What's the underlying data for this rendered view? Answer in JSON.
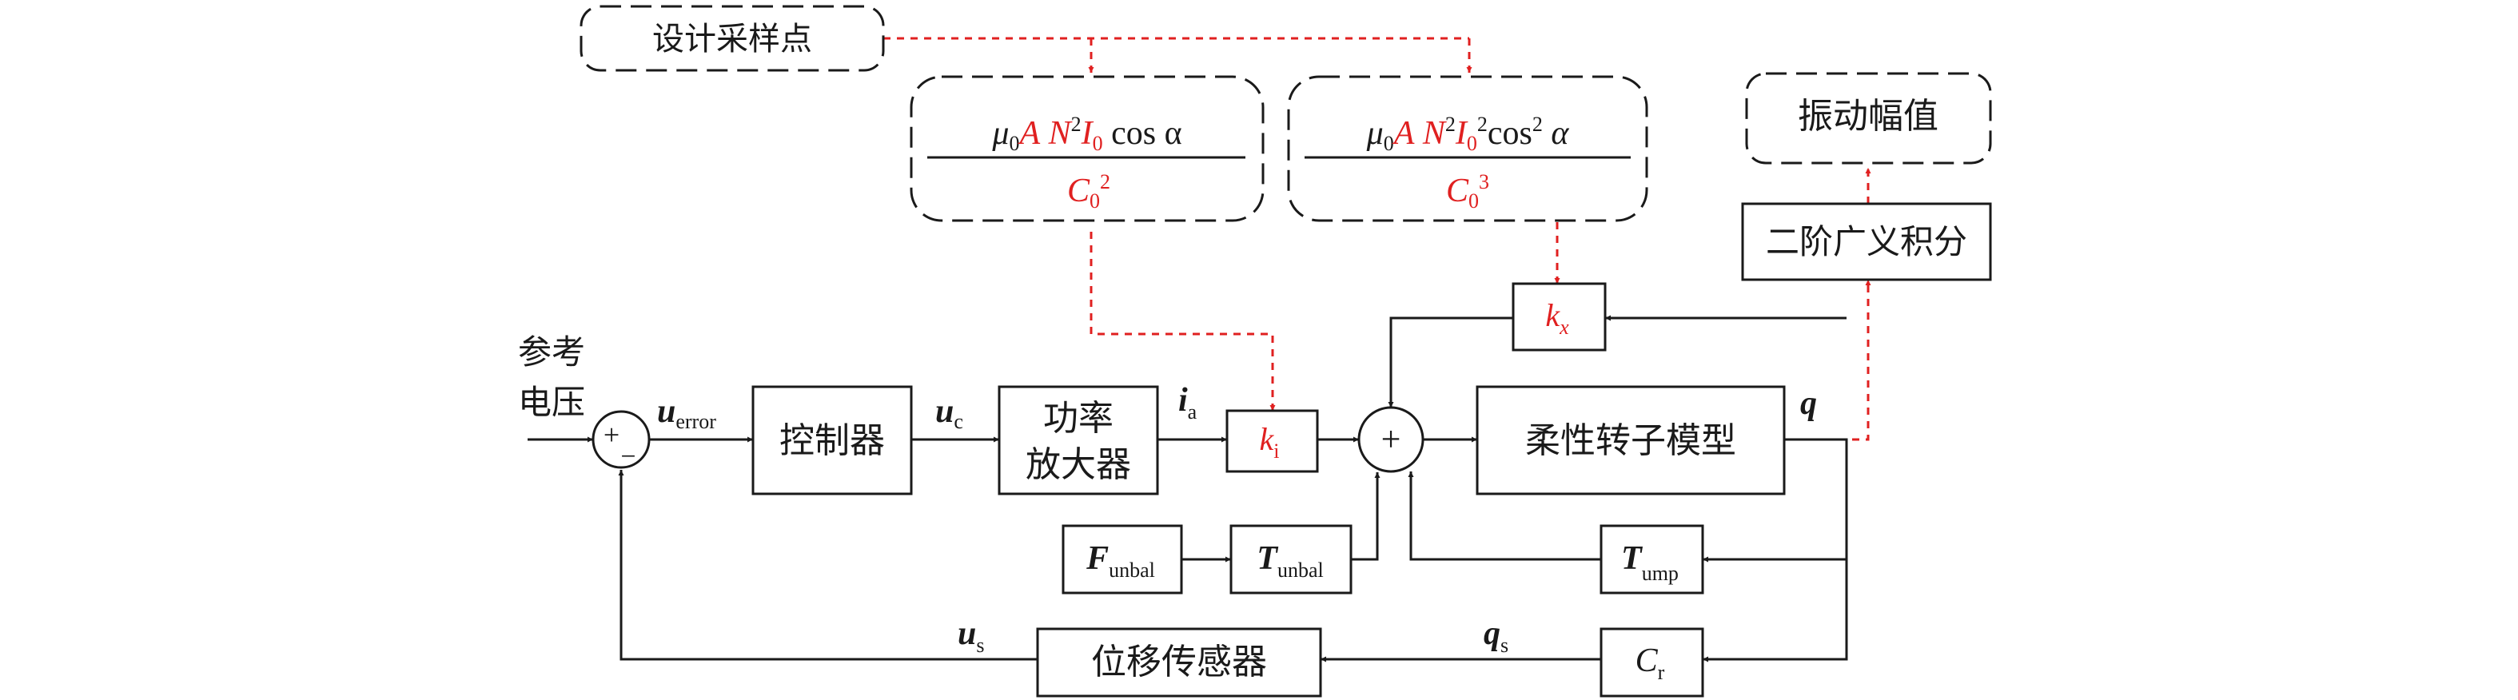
{
  "colors": {
    "stroke": "#1a1a1a",
    "accent_red": "#e02020"
  },
  "nodes": {
    "design_sampling": "设计采样点",
    "vibration_amplitude": "振动幅值",
    "second_order_integral": "二阶广义积分",
    "reference_voltage_line1": "参考",
    "reference_voltage_line2": "电压",
    "controller": "控制器",
    "power_amp_line1": "功率",
    "power_amp_line2": "放大器",
    "rotor_model": "柔性转子模型",
    "displacement_sensor": "位移传感器"
  },
  "formula_ki": {
    "mu": "μ",
    "mu_sub": "0",
    "A": "A",
    "N": "N",
    "N_sup": "2",
    "I": "I",
    "I_sub": "0",
    "tail": "cos α",
    "C": "C",
    "C_sub": "0",
    "C_sup": "2"
  },
  "formula_kx": {
    "mu": "μ",
    "mu_sub": "0",
    "A": "A",
    "N": "N",
    "N_sup": "2",
    "I": "I",
    "I_sub": "0",
    "I_sup": "2",
    "cos": "cos",
    "cos_sup": "2",
    "alpha": "α",
    "C": "C",
    "C_sub": "0",
    "C_sup": "3"
  },
  "signals": {
    "u_error": {
      "main": "u",
      "sub": "error"
    },
    "u_c": {
      "main": "u",
      "sub": "c"
    },
    "i_a": {
      "main": "i",
      "sub": "a"
    },
    "k_i": {
      "main": "k",
      "sub": "i"
    },
    "k_x": {
      "main": "k",
      "sub": "x"
    },
    "q": {
      "main": "q"
    },
    "F_unbal": {
      "main": "F",
      "sub": "unbal"
    },
    "T_unbal": {
      "main": "T",
      "sub": "unbal"
    },
    "T_ump": {
      "main": "T",
      "sub": "ump"
    },
    "u_s": {
      "main": "u",
      "sub": "s"
    },
    "q_s": {
      "main": "q",
      "sub": "s"
    },
    "C_r": {
      "main": "C",
      "sub": "r"
    }
  },
  "junctions": {
    "sum1_plus": "+",
    "sum1_minus": "−",
    "sum2_plus": "+"
  }
}
